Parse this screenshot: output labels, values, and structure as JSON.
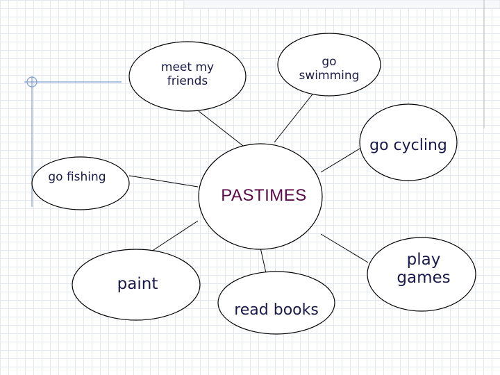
{
  "center": "PASTIMES",
  "nodes": {
    "meet_friends": "meet my friends",
    "go_swimming": "go swimming",
    "go_cycling": "go cycling",
    "go_fishing": "go fishing",
    "paint": "paint",
    "read_books": "read books",
    "play_games": "play games"
  },
  "colors": {
    "center_text": "#5a0a45",
    "node_text": "#1a1a4a",
    "accent_lines": "#7f9fce"
  }
}
